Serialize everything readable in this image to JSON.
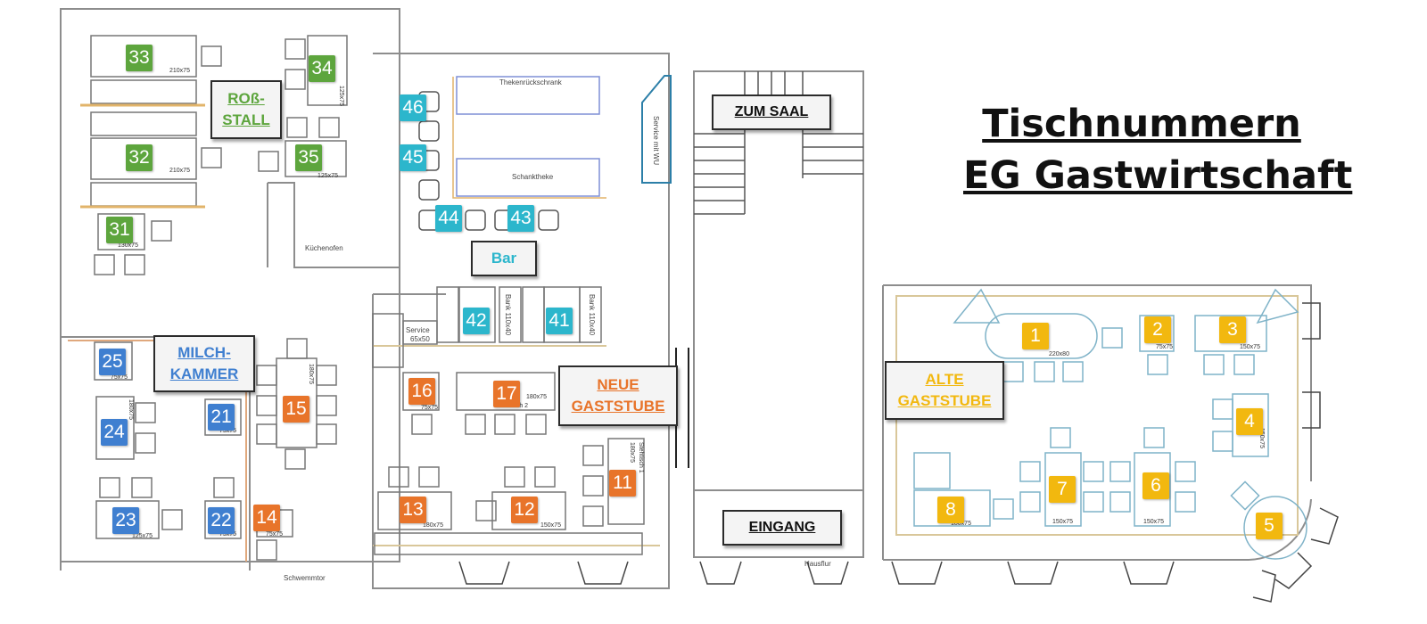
{
  "title": {
    "line1": "Tischnummern",
    "line2": "EG Gastwirtschaft"
  },
  "colors": {
    "green": "#5da53d",
    "blue": "#3f7fd0",
    "orange": "#e8742a",
    "cyan": "#2cb6cc",
    "yellow": "#f2b80f",
    "wall": "#8d8d8d",
    "wall_tan": "#d9c79a",
    "wall_blue": "#7fb3c8",
    "wall_orange": "#e0a87d"
  },
  "rooms": {
    "ross": {
      "line1": "ROß-",
      "line2": "STALL",
      "color": "#5da53d"
    },
    "milch": {
      "line1": "MILCH-",
      "line2": "KAMMER",
      "color": "#3f7fd0"
    },
    "neue": {
      "line1": "NEUE",
      "line2": "GASTSTUBE",
      "color": "#e8742a"
    },
    "alte": {
      "line1": "ALTE",
      "line2": "GASTSTUBE",
      "color": "#f2b80f"
    },
    "bar": {
      "label": "Bar",
      "color": "#2cb6cc"
    },
    "saal": {
      "label": "ZUM SAAL",
      "color": "#111111"
    },
    "eingang": {
      "label": "EINGANG",
      "color": "#111111"
    }
  },
  "tables": {
    "t1": "1",
    "t2": "2",
    "t3": "3",
    "t4": "4",
    "t5": "5",
    "t6": "6",
    "t7": "7",
    "t8": "8",
    "t11": "11",
    "t12": "12",
    "t13": "13",
    "t14": "14",
    "t15": "15",
    "t16": "16",
    "t17": "17",
    "t21": "21",
    "t22": "22",
    "t23": "23",
    "t24": "24",
    "t25": "25",
    "t31": "31",
    "t32": "32",
    "t33": "33",
    "t34": "34",
    "t35": "35",
    "t41": "41",
    "t42": "42",
    "t43": "43",
    "t44": "44",
    "t45": "45",
    "t46": "46"
  },
  "dims": {
    "d33": "210x75",
    "d32": "210x75",
    "d35": "125x75",
    "d31": "130x75",
    "d34": "125x75",
    "d25": "75x75",
    "d21": "75x75",
    "d22": "75x75",
    "d23": "125x75",
    "d24": "180x75",
    "d14": "75x75",
    "d15": "180x75",
    "d16": "75x75",
    "d17a": "180x75",
    "d17b": "...tisch 2",
    "d13": "180x75",
    "d12": "150x75",
    "d11a": "180x75",
    "d11b": "Stehtisch 1",
    "d1": "220x80",
    "d2": "75x75",
    "d3": "150x75",
    "d4": "150x75",
    "d7": "150x75",
    "d6": "150x75",
    "d8": "180x75"
  },
  "fixtures": {
    "theke_top": "Thekenrückschrank",
    "theke_mid": "Schanktheke",
    "kueche": "Küchenofen",
    "service": "Service",
    "service_dim": "65x50",
    "bank1": "Bank 110x40",
    "bank2": "Bank 110x40",
    "kasse": "Service mit WU",
    "schwemme": "Schwemmtor",
    "hausflur": "Hausflur"
  }
}
